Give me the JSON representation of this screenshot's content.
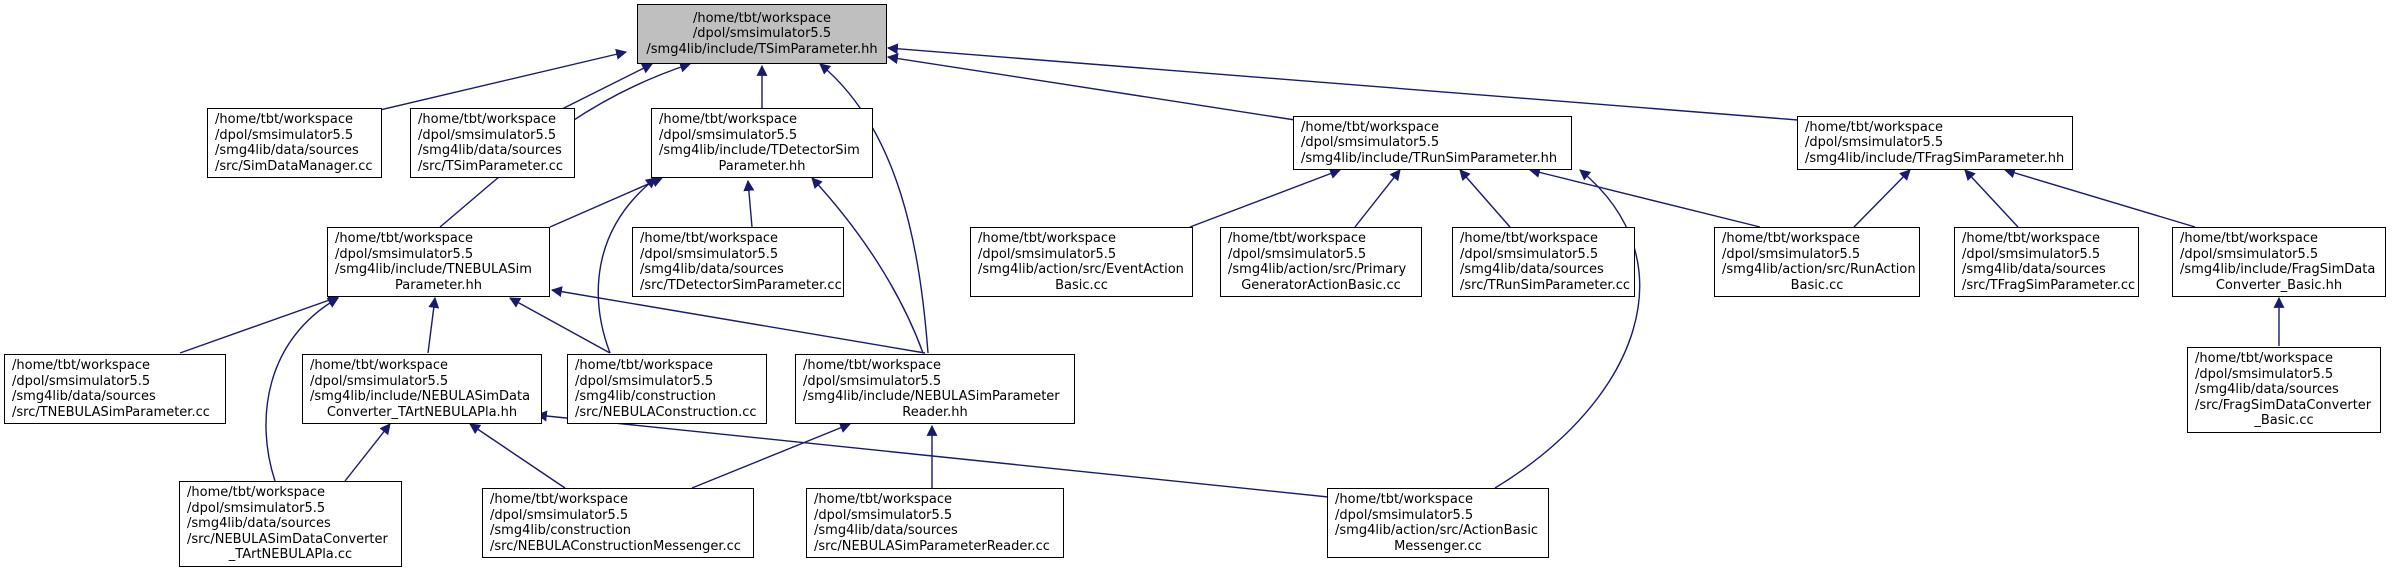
{
  "colors": {
    "edge": "#191970",
    "root_fill": "#bfbfbf",
    "node_fill": "#ffffff",
    "border": "#000000"
  },
  "nodes": [
    {
      "id": "tsimparameter_hh",
      "lines": [
        "/home/tbt/workspace",
        "/dpol/smsimulator5.5",
        "/smg4lib/include/TSimParameter.hh"
      ]
    },
    {
      "id": "simdatamanager_cc",
      "lines": [
        "/home/tbt/workspace",
        "/dpol/smsimulator5.5",
        "/smg4lib/data/sources",
        "/src/SimDataManager.cc"
      ]
    },
    {
      "id": "tsimparameter_cc",
      "lines": [
        "/home/tbt/workspace",
        "/dpol/smsimulator5.5",
        "/smg4lib/data/sources",
        "/src/TSimParameter.cc"
      ]
    },
    {
      "id": "tdetectorsimparameter_hh",
      "lines": [
        "/home/tbt/workspace",
        "/dpol/smsimulator5.5",
        "/smg4lib/include/TDetectorSim",
        "Parameter.hh"
      ]
    },
    {
      "id": "trunsimparameter_hh",
      "lines": [
        "/home/tbt/workspace",
        "/dpol/smsimulator5.5",
        "/smg4lib/include/TRunSimParameter.hh"
      ]
    },
    {
      "id": "tfragsimparameter_hh",
      "lines": [
        "/home/tbt/workspace",
        "/dpol/smsimulator5.5",
        "/smg4lib/include/TFragSimParameter.hh"
      ]
    },
    {
      "id": "tnebulasimparameter_hh",
      "lines": [
        "/home/tbt/workspace",
        "/dpol/smsimulator5.5",
        "/smg4lib/include/TNEBULASim",
        "Parameter.hh"
      ]
    },
    {
      "id": "tdetectorsimparameter_cc",
      "lines": [
        "/home/tbt/workspace",
        "/dpol/smsimulator5.5",
        "/smg4lib/data/sources",
        "/src/TDetectorSimParameter.cc"
      ]
    },
    {
      "id": "eventactionbasic_cc",
      "lines": [
        "/home/tbt/workspace",
        "/dpol/smsimulator5.5",
        "/smg4lib/action/src/EventAction",
        "Basic.cc"
      ]
    },
    {
      "id": "primarygeneratoractionbasic_cc",
      "lines": [
        "/home/tbt/workspace",
        "/dpol/smsimulator5.5",
        "/smg4lib/action/src/Primary",
        "GeneratorActionBasic.cc"
      ]
    },
    {
      "id": "trunsimparameter_cc",
      "lines": [
        "/home/tbt/workspace",
        "/dpol/smsimulator5.5",
        "/smg4lib/data/sources",
        "/src/TRunSimParameter.cc"
      ]
    },
    {
      "id": "runactionbasic_cc",
      "lines": [
        "/home/tbt/workspace",
        "/dpol/smsimulator5.5",
        "/smg4lib/action/src/RunAction",
        "Basic.cc"
      ]
    },
    {
      "id": "tfragsimparameter_cc",
      "lines": [
        "/home/tbt/workspace",
        "/dpol/smsimulator5.5",
        "/smg4lib/data/sources",
        "/src/TFragSimParameter.cc"
      ]
    },
    {
      "id": "fragsimdataconverter_basic_hh",
      "lines": [
        "/home/tbt/workspace",
        "/dpol/smsimulator5.5",
        "/smg4lib/include/FragSimData",
        "Converter_Basic.hh"
      ]
    },
    {
      "id": "tnebulasimparameter_cc",
      "lines": [
        "/home/tbt/workspace",
        "/dpol/smsimulator5.5",
        "/smg4lib/data/sources",
        "/src/TNEBULASimParameter.cc"
      ]
    },
    {
      "id": "nebulasimdataconverter_tartnebulapla_hh",
      "lines": [
        "/home/tbt/workspace",
        "/dpol/smsimulator5.5",
        "/smg4lib/include/NEBULASimData",
        "Converter_TArtNEBULAPla.hh"
      ]
    },
    {
      "id": "nebulaconstruction_cc",
      "lines": [
        "/home/tbt/workspace",
        "/dpol/smsimulator5.5",
        "/smg4lib/construction",
        "/src/NEBULAConstruction.cc"
      ]
    },
    {
      "id": "nebulasimparameterreader_hh",
      "lines": [
        "/home/tbt/workspace",
        "/dpol/smsimulator5.5",
        "/smg4lib/include/NEBULASimParameter",
        "Reader.hh"
      ]
    },
    {
      "id": "fragsimdataconverter_basic_cc",
      "lines": [
        "/home/tbt/workspace",
        "/dpol/smsimulator5.5",
        "/smg4lib/data/sources",
        "/src/FragSimDataConverter",
        "_Basic.cc"
      ]
    },
    {
      "id": "nebulasimdataconverter_tartnebulapla_cc",
      "lines": [
        "/home/tbt/workspace",
        "/dpol/smsimulator5.5",
        "/smg4lib/data/sources",
        "/src/NEBULASimDataConverter",
        "_TArtNEBULAPla.cc"
      ]
    },
    {
      "id": "nebulaconstructionmessenger_cc",
      "lines": [
        "/home/tbt/workspace",
        "/dpol/smsimulator5.5",
        "/smg4lib/construction",
        "/src/NEBULAConstructionMessenger.cc"
      ]
    },
    {
      "id": "nebulasimparameterreader_cc",
      "lines": [
        "/home/tbt/workspace",
        "/dpol/smsimulator5.5",
        "/smg4lib/data/sources",
        "/src/NEBULASimParameterReader.cc"
      ]
    },
    {
      "id": "actionbasicmessenger_cc",
      "lines": [
        "/home/tbt/workspace",
        "/dpol/smsimulator5.5",
        "/smg4lib/action/src/ActionBasic",
        "Messenger.cc"
      ]
    }
  ]
}
